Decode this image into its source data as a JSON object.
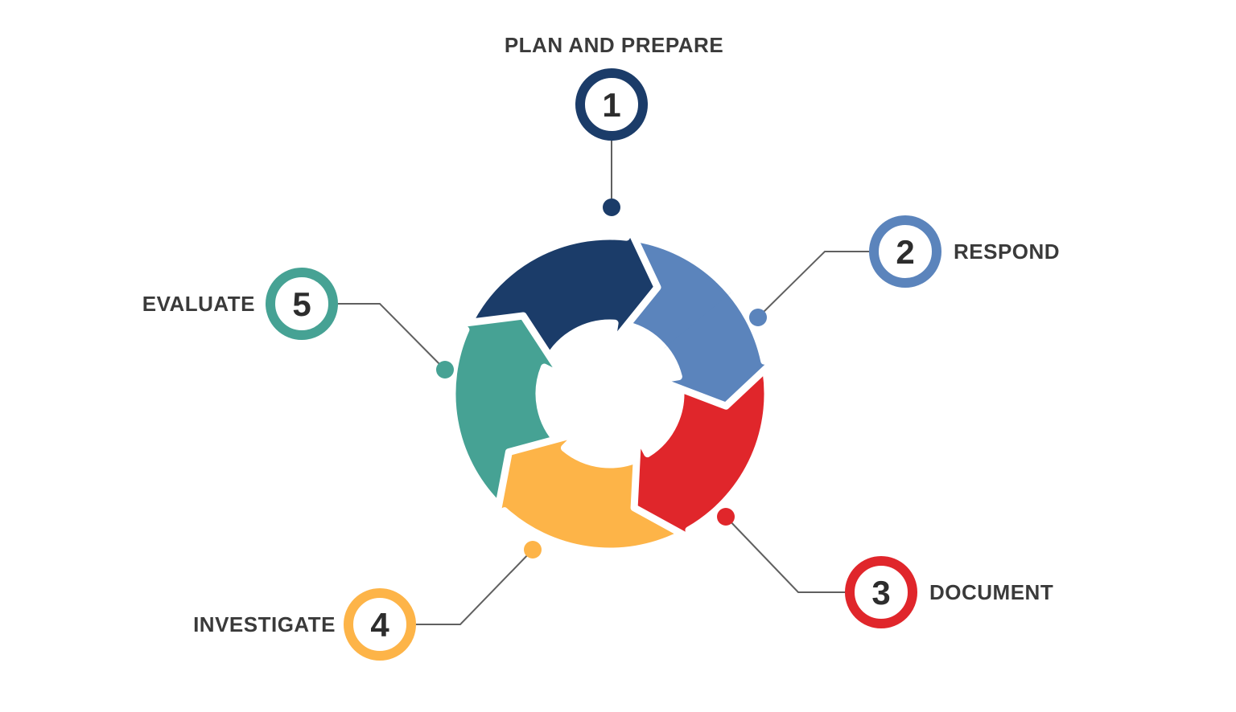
{
  "steps": [
    {
      "number": "1",
      "label": "PLAN AND PREPARE",
      "color": "#1b3c69"
    },
    {
      "number": "2",
      "label": "RESPOND",
      "color": "#5b84bc"
    },
    {
      "number": "3",
      "label": "DOCUMENT",
      "color": "#e0262b"
    },
    {
      "number": "4",
      "label": "INVESTIGATE",
      "color": "#fdb448"
    },
    {
      "number": "5",
      "label": "EVALUATE",
      "color": "#46a294"
    }
  ],
  "colors": {
    "label_text": "#3a3a3a",
    "number_text": "#2d2d2d",
    "connector": "#606060",
    "arrow_outline": "#ffffff",
    "background": "#ffffff"
  }
}
